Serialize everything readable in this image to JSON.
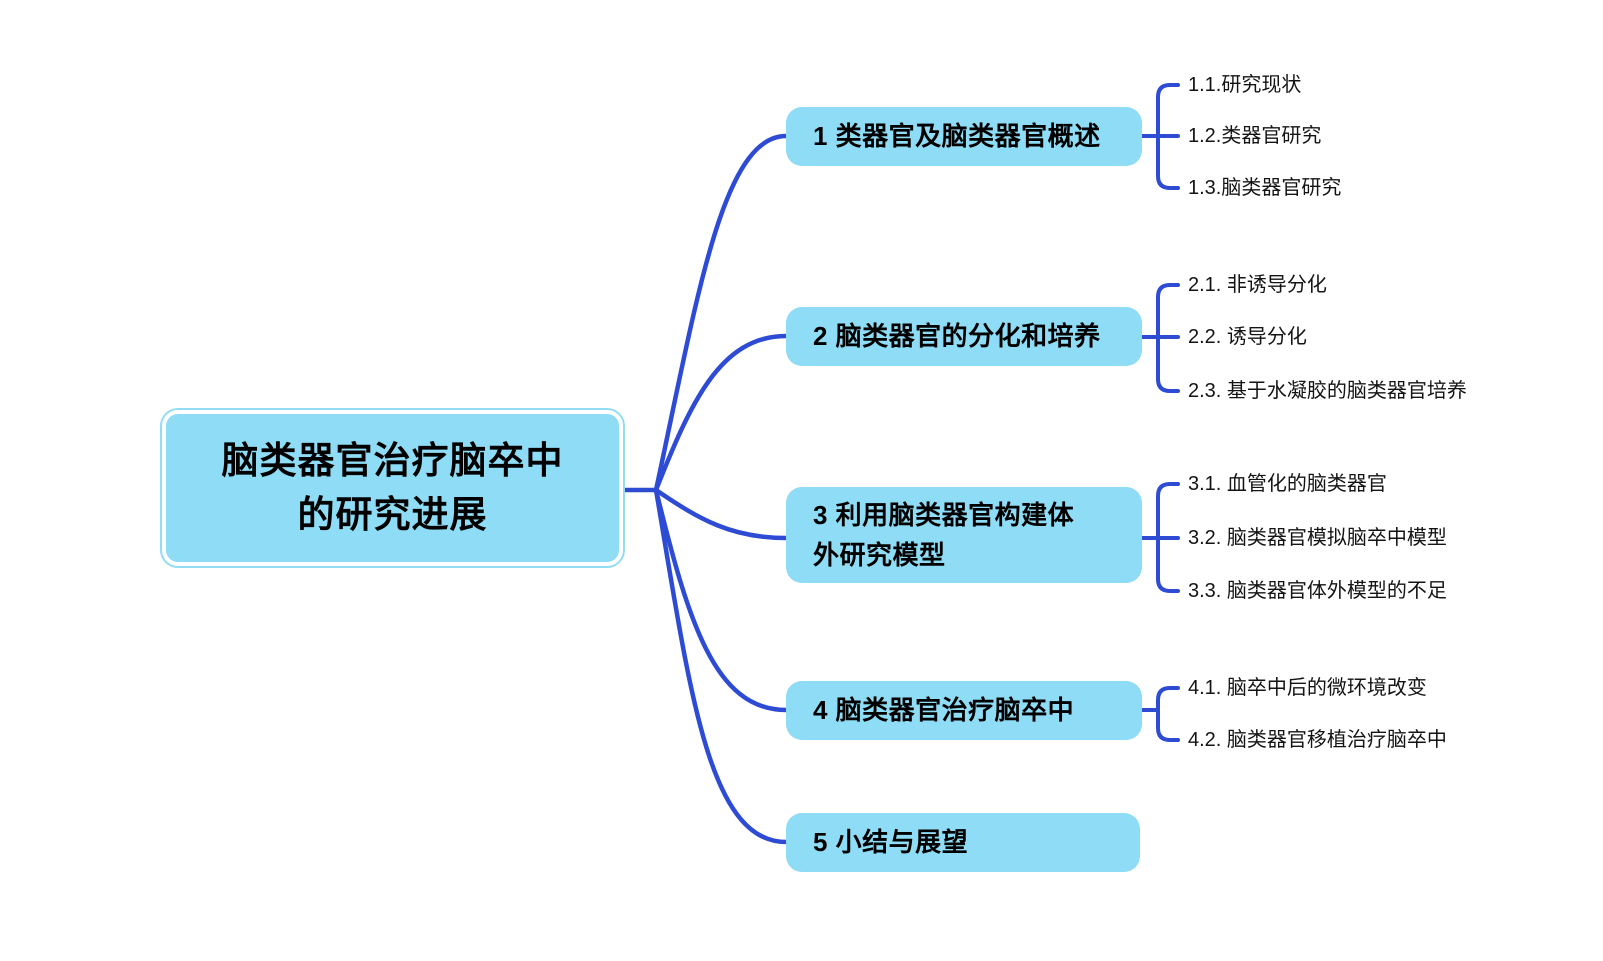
{
  "title": "脑类器官治疗脑卒中的研究进展",
  "colors": {
    "node_fill": "#8edcf5",
    "root_ring": "#93ddf3",
    "connector_line": "#2e4bd4",
    "node_text": "#000000",
    "child_text": "#141414",
    "background": "#ffffff"
  },
  "root": {
    "label": "脑类器官治疗脑卒中的研究进展"
  },
  "branches": [
    {
      "label": "1 类器官及脑类器官概述",
      "children": [
        {
          "label": "1.1.研究现状"
        },
        {
          "label": "1.2.类器官研究"
        },
        {
          "label": "1.3.脑类器官研究"
        }
      ]
    },
    {
      "label": "2 脑类器官的分化和培养",
      "children": [
        {
          "label": "2.1. 非诱导分化"
        },
        {
          "label": "2.2. 诱导分化"
        },
        {
          "label": "2.3. 基于水凝胶的脑类器官培养"
        }
      ]
    },
    {
      "label": "3 利用脑类器官构建体外研究模型",
      "children": [
        {
          "label": "3.1. 血管化的脑类器官"
        },
        {
          "label": "3.2. 脑类器官模拟脑卒中模型"
        },
        {
          "label": "3.3. 脑类器官体外模型的不足"
        }
      ]
    },
    {
      "label": "4 脑类器官治疗脑卒中",
      "children": [
        {
          "label": "4.1. 脑卒中后的微环境改变"
        },
        {
          "label": "4.2. 脑类器官移植治疗脑卒中"
        }
      ]
    },
    {
      "label": "5 小结与展望",
      "children": []
    }
  ]
}
